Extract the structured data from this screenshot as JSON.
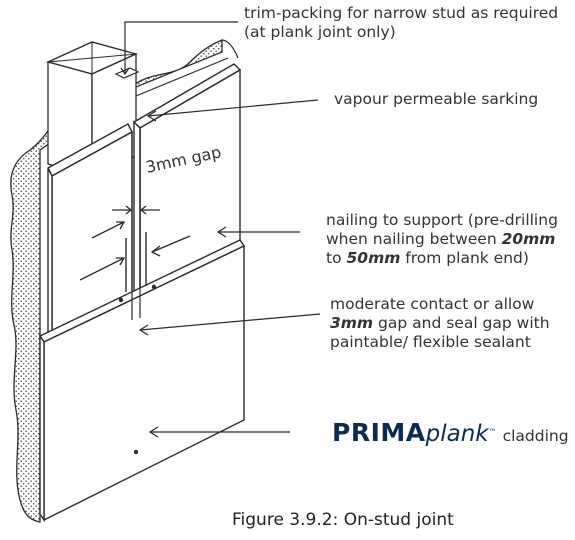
{
  "labels": {
    "trim_line1": "trim-packing for narrow stud as required",
    "trim_line2": "(at plank joint only)",
    "sarking": "vapour permeable sarking",
    "gap": "3mm gap",
    "nailing_line1": "nailing to support (pre-drilling",
    "nailing_line2a": "when nailing between ",
    "nailing_line2b": "20mm",
    "nailing_line3a": "to ",
    "nailing_line3b": "50mm",
    "nailing_line3c": " from plank end)",
    "contact_line1": "moderate contact or allow",
    "contact_line2a": "3mm",
    "contact_line2b": " gap and seal gap with",
    "contact_line3": "paintable/ flexible sealant",
    "brand_bold": "PRIMA",
    "brand_italic": "plank",
    "brand_tm": "™",
    "brand_suffix": "cladding"
  },
  "caption": "Figure 3.9.2: On-stud joint",
  "colors": {
    "line": "#2a2a2a",
    "brand": "#0d2b52",
    "brand_accent": "#c8102e"
  }
}
